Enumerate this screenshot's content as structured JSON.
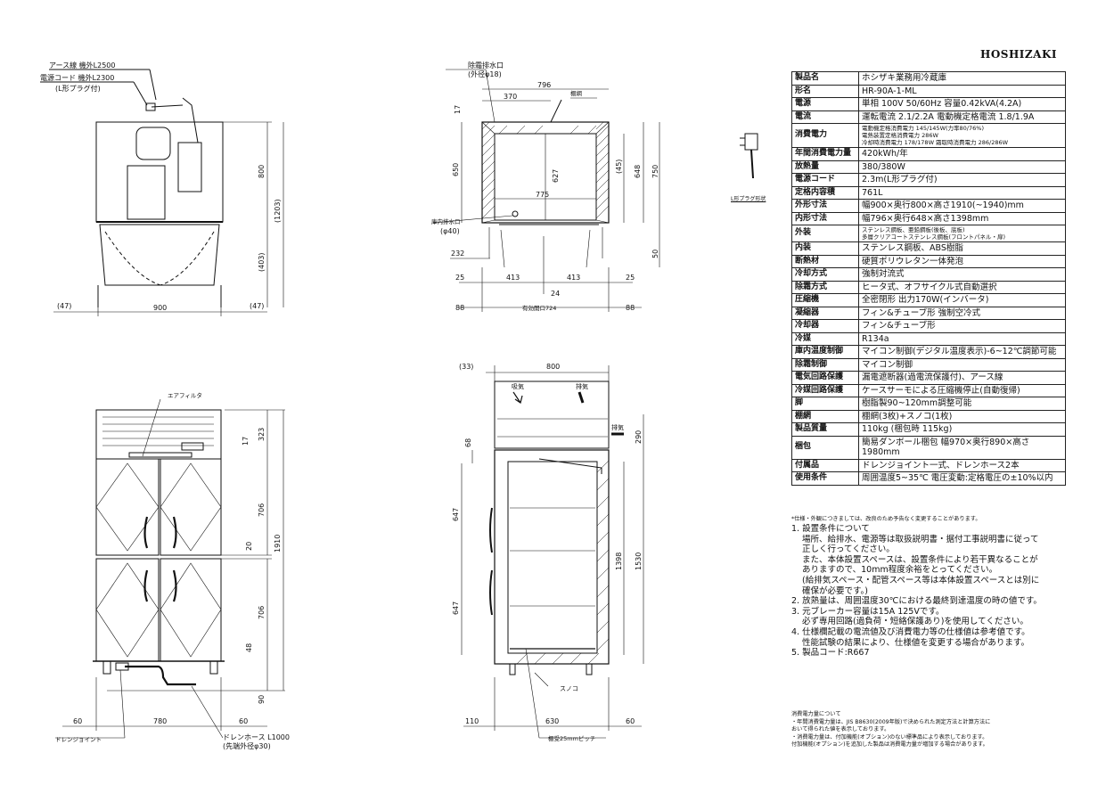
{
  "brand": "HOSHIZAKI",
  "front_view": {
    "earth_wire": "アース線  機外L2500",
    "power_cord": "電源コード  機外L2300",
    "plug_type": "(L形プラグ付)",
    "dim_800": "800",
    "dim_1203": "(1203)",
    "dim_403": "(403)",
    "dim_900": "900",
    "dim_47_left": "(47)",
    "dim_47_right": "(47)"
  },
  "top_view": {
    "drain_outlet": "除霜排水口",
    "drain_outer_dia": "(外径φ18)",
    "dim_796": "796",
    "dim_370": "370",
    "dim_17": "17",
    "dim_650": "650",
    "dim_627": "627",
    "dim_45": "(45)",
    "dim_648": "648",
    "dim_750": "750",
    "shelf_label": "棚網",
    "dim_775": "775",
    "floor_drain": "庫内排水口",
    "floor_drain_dia": "(φ40)",
    "dim_232": "232",
    "dim_50": "50",
    "dim_25_left": "25",
    "dim_413_left": "413",
    "dim_413_right": "413",
    "dim_25_right": "25",
    "dim_24": "24",
    "dim_88_left": "88",
    "dim_88_right": "88",
    "effective_opening": "有効開口724"
  },
  "elevation": {
    "air_filter": "エアフィルタ",
    "dim_17": "17",
    "dim_323": "323",
    "dim_706_top": "706",
    "dim_20": "20",
    "dim_1910": "1910",
    "dim_706_bottom": "706",
    "dim_48": "48",
    "dim_90": "90",
    "dim_60_left": "60",
    "dim_780": "780",
    "dim_60_right": "60",
    "drain_joint": "ドレンジョイント",
    "drain_hose": "ドレンホース  L1000",
    "hose_tip": "(先端外径φ30)"
  },
  "side_view": {
    "dim_33": "(33)",
    "dim_800": "800",
    "air_intake": "吸気",
    "air_exhaust_top": "排気",
    "air_exhaust_side": "排気",
    "dim_290": "290",
    "dim_68": "68",
    "dim_647_top": "647",
    "dim_647_bottom": "647",
    "dim_1398": "1398",
    "dim_1530": "1530",
    "sunoko": "スノコ",
    "dim_110": "110",
    "dim_630": "630",
    "dim_60": "60",
    "shelf_pitch": "棚受25mmピッチ"
  },
  "plug_label": "L形プラグ形状",
  "spec_rows": [
    {
      "k": "製品名",
      "v": "ホシザキ業務用冷蔵庫"
    },
    {
      "k": "形名",
      "v": "HR-90A-1-ML"
    },
    {
      "k": "電源",
      "v": "単相 100V 50/60Hz 容量0.42kVA(4.2A)"
    },
    {
      "k": "電流",
      "v": "運転電流 2.1/2.2A 電動機定格電流 1.8/1.9A"
    },
    {
      "k": "消費電力",
      "v": "電動機定格消費電力 145/145W(力率80/76%)\n電熱装置定格消費電力 286W\n冷却時消費電力 178/178W 霜取時消費電力 286/286W",
      "small": true
    },
    {
      "k": "年間消費電力量",
      "v": "420kWh/年"
    },
    {
      "k": "放熱量",
      "v": "380/380W"
    },
    {
      "k": "電源コード",
      "v": "2.3m(L形プラグ付)"
    },
    {
      "k": "定格内容積",
      "v": "761L"
    },
    {
      "k": "外形寸法",
      "v": "幅900×奥行800×高さ1910(~1940)mm"
    },
    {
      "k": "内形寸法",
      "v": "幅796×奥行648×高さ1398mm"
    },
    {
      "k": "外装",
      "v": "ステンレス鋼板、亜鉛鋼板(後板、底板)\n多層クリアコートステンレス鋼板(フロントパネル・扉)",
      "small": true
    },
    {
      "k": "内装",
      "v": "ステンレス鋼板、ABS樹脂"
    },
    {
      "k": "断熱材",
      "v": "硬質ポリウレタン一体発泡"
    },
    {
      "k": "冷却方式",
      "v": "強制対流式"
    },
    {
      "k": "除霜方式",
      "v": "ヒータ式、オフサイクル式自動選択"
    },
    {
      "k": "圧縮機",
      "v": "全密閉形 出力170W(インバータ)"
    },
    {
      "k": "凝縮器",
      "v": "フィン&チューブ形 強制空冷式"
    },
    {
      "k": "冷却器",
      "v": "フィン&チューブ形"
    },
    {
      "k": "冷媒",
      "v": "R134a"
    },
    {
      "k": "庫内温度制御",
      "v": "マイコン制御(デジタル温度表示)-6~12℃調節可能"
    },
    {
      "k": "除霜制御",
      "v": "マイコン制御"
    },
    {
      "k": "電気回路保護",
      "v": "漏電遮断器(過電流保護付)、アース線"
    },
    {
      "k": "冷媒回路保護",
      "v": "ケースサーモによる圧縮機停止(自動復帰)"
    },
    {
      "k": "脚",
      "v": "樹脂製90~120mm調整可能"
    },
    {
      "k": "棚網",
      "v": "棚網(3枚)+スノコ(1枚)"
    },
    {
      "k": "製品質量",
      "v": "110kg (梱包時 115kg)"
    },
    {
      "k": "梱包",
      "v": "簡易ダンボール梱包 幅970×奥行890×高さ1980mm"
    },
    {
      "k": "付属品",
      "v": "ドレンジョイント一式、ドレンホース2本"
    },
    {
      "k": "使用条件",
      "v": "周囲温度5~35℃ 電圧変動:定格電圧の±10%以内"
    }
  ],
  "footnote": "*仕様・外観につきましては、改良のため予告なく変更することがあります。",
  "notes": [
    {
      "text": "1. 設置条件について",
      "indent": false
    },
    {
      "text": "場所、給排水、電源等は取扱説明書・据付工事説明書に従って",
      "indent": true
    },
    {
      "text": "正しく行ってください。",
      "indent": true
    },
    {
      "text": "また、本体設置スペースは、設置条件により若干異なることが",
      "indent": true
    },
    {
      "text": "ありますので、10mm程度余裕をとってください。",
      "indent": true
    },
    {
      "text": "(給排気スペース・配管スペース等は本体設置スペースとは別に",
      "indent": true
    },
    {
      "text": "確保が必要です。)",
      "indent": true
    },
    {
      "text": "2. 放熱量は、周囲温度30℃における最終到達温度の時の値です。",
      "indent": false
    },
    {
      "text": "3. 元ブレーカー容量は15A 125Vです。",
      "indent": false
    },
    {
      "text": "必ず専用回路(過負荷・短絡保護あり)を使用してください。",
      "indent": true
    },
    {
      "text": "4. 仕様欄記載の電流値及び消費電力等の仕様値は参考値です。",
      "indent": false
    },
    {
      "text": "性能試験の結果により、仕様値を変更する場合があります。",
      "indent": true
    },
    {
      "text": "5. 製品コード:R667",
      "indent": false
    }
  ],
  "energy_note": [
    "消費電力量について",
    "・年間消費電力量は、JIS B8630(2009年版)で決められた測定方法と計算方法に",
    "  おいて得られた値を表示しております。",
    "・消費電力量は、付加機能(オプション)のない標準品により表示しております。",
    "  付加機能(オプション)を追加した製品は消費電力量が増加する場合があります。"
  ]
}
